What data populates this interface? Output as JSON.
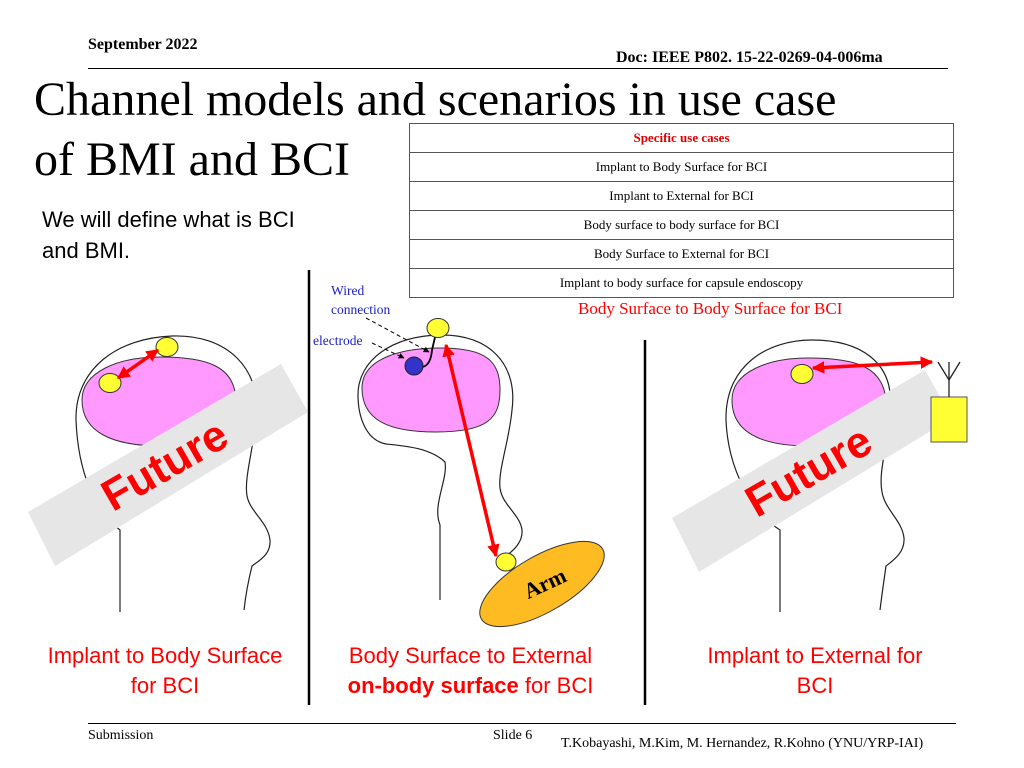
{
  "header": {
    "date": "September 2022",
    "doc": "Doc: IEEE P802. 15-22-0269-04-006ma"
  },
  "title": {
    "line1": "Channel models and scenarios in use case",
    "line2": "of BMI and BCI"
  },
  "intro": "We will define what is BCI and BMI.",
  "table": {
    "header": "Specific use cases",
    "rows": [
      "Implant to Body Surface for BCI",
      "Implant to External for BCI",
      "Body surface to body surface for BCI",
      "Body Surface to External for BCI",
      "Implant to body surface for capsule endoscopy"
    ]
  },
  "diagram": {
    "caption_body_surface": "Body Surface to Body Surface for BCI",
    "label_wired_line1": "Wired",
    "label_wired_line2": "connection",
    "label_electrode": "electrode",
    "label_arm": "Arm",
    "watermark": "Future",
    "colors": {
      "brain": "#ff99ff",
      "implant": "#ffff33",
      "electrode": "#3333cc",
      "arrow": "#ff0000",
      "arm": "#ffbb22",
      "device": "#ffff33",
      "watermark_band": "#e6e6e6",
      "watermark_text": "#ff0000"
    }
  },
  "panels": {
    "left": {
      "line1": "Implant to Body Surface",
      "line2": "for BCI"
    },
    "middle": {
      "line1": "Body Surface to External",
      "line2_bold": "on-body surface",
      "line2_rest": " for BCI"
    },
    "right": {
      "line1": "Implant to External for",
      "line2": "BCI"
    }
  },
  "footer": {
    "submission": "Submission",
    "slide": "Slide 6",
    "authors": "T.Kobayashi, M.Kim, M. Hernandez, R.Kohno (YNU/YRP-IAI)"
  }
}
